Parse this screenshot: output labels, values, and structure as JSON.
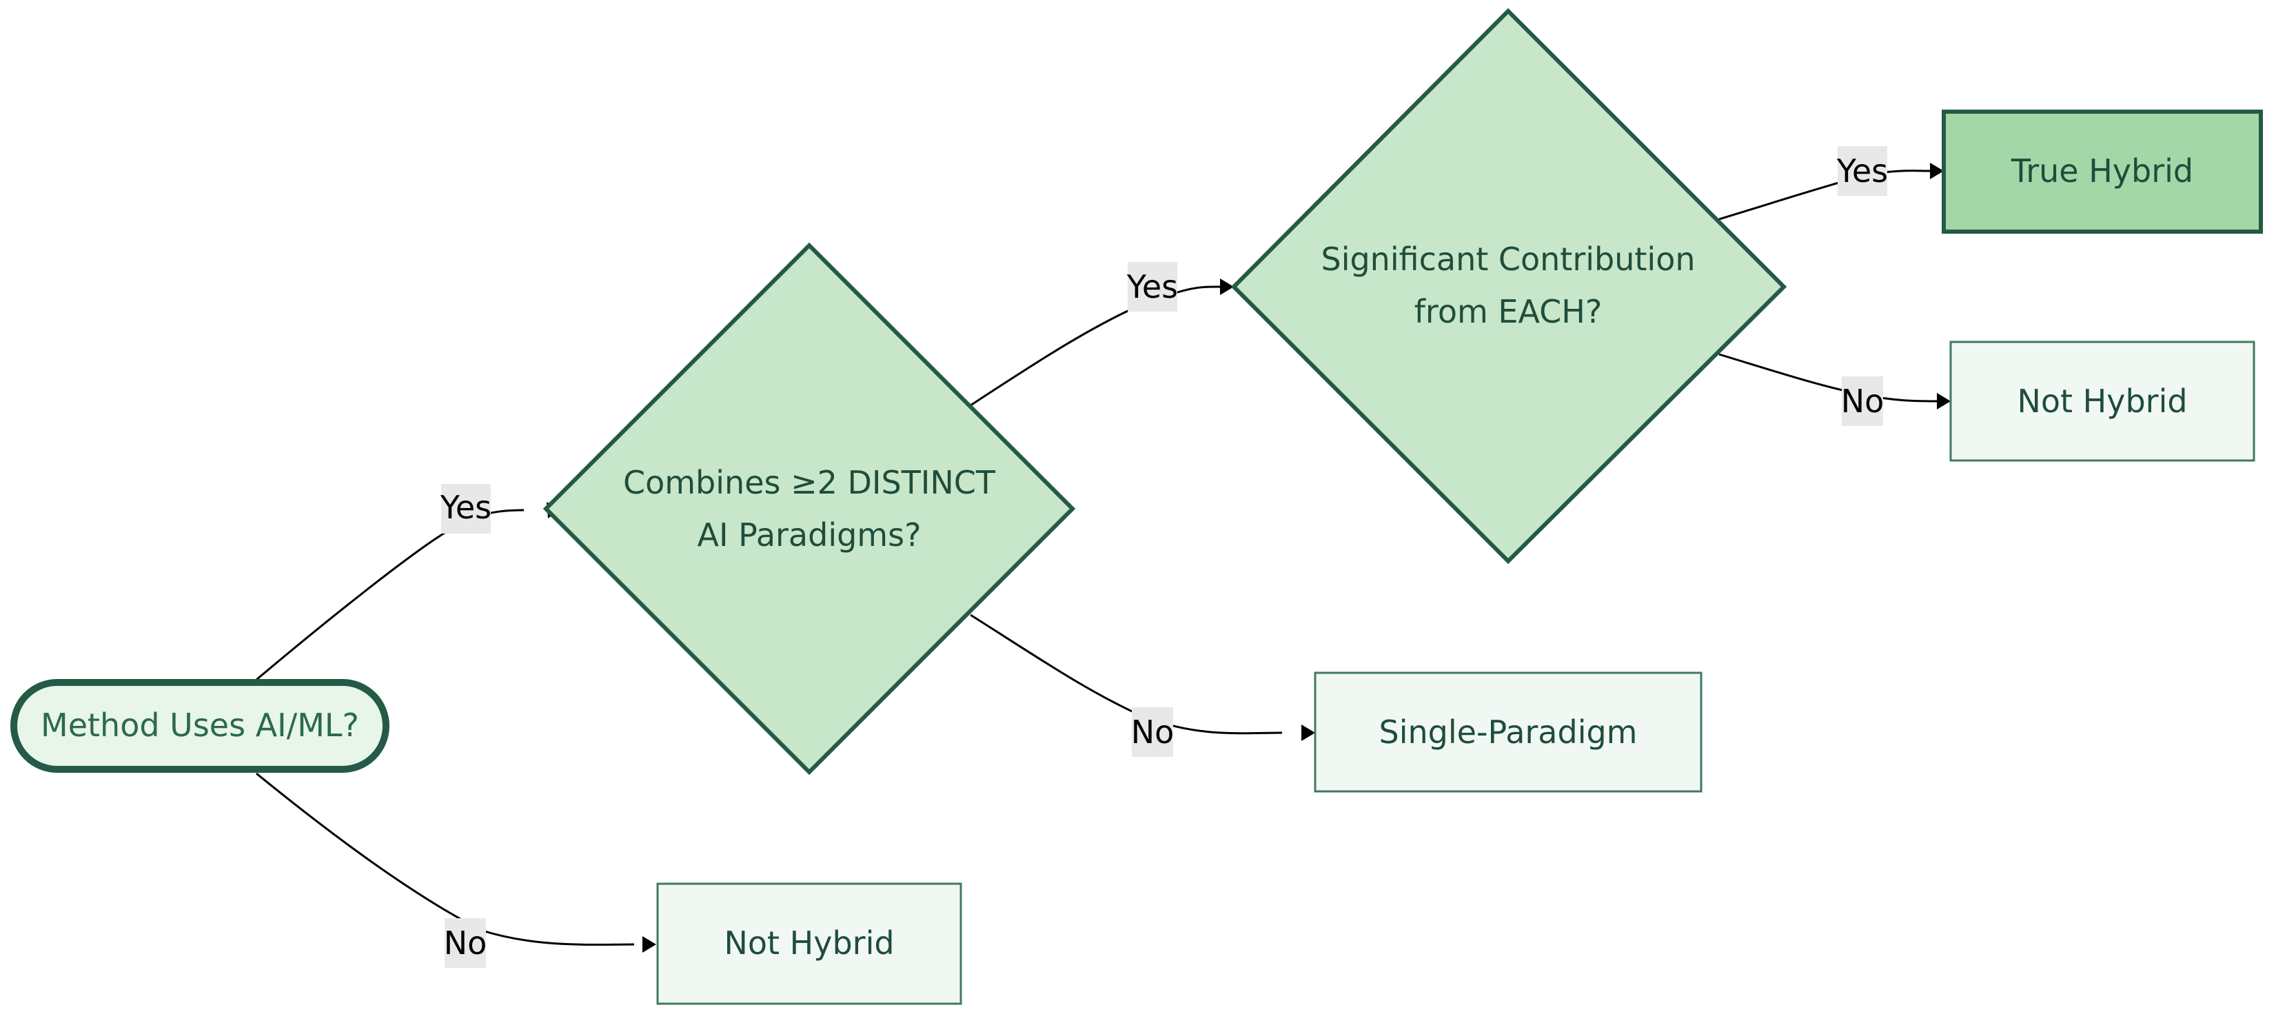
{
  "diagram": {
    "type": "flowchart",
    "colors": {
      "dark_green": "#245a46",
      "diamond_fill": "#c8e6c9",
      "true_hybrid_fill": "#a5d6a7",
      "light_node_fill": "#f1f8f4",
      "start_fill": "#e8f5e9",
      "edge_label_bg": "#e8e8e8",
      "edge_color": "#000000"
    },
    "nodes": {
      "start": {
        "label": "Method Uses AI/ML?"
      },
      "paradigms": {
        "line1": "Combines ≥2 DISTINCT",
        "line2": "AI Paradigms?"
      },
      "contribution": {
        "line1": "Significant Contribution",
        "line2": "from EACH?"
      },
      "true_hybrid": {
        "label": "True Hybrid"
      },
      "not_hybrid_top": {
        "label": "Not Hybrid"
      },
      "single_paradigm": {
        "label": "Single-Paradigm"
      },
      "not_hybrid_bottom": {
        "label": "Not Hybrid"
      }
    },
    "edges": {
      "start_yes": "Yes",
      "start_no": "No",
      "paradigms_yes": "Yes",
      "paradigms_no": "No",
      "contribution_yes": "Yes",
      "contribution_no": "No"
    }
  }
}
